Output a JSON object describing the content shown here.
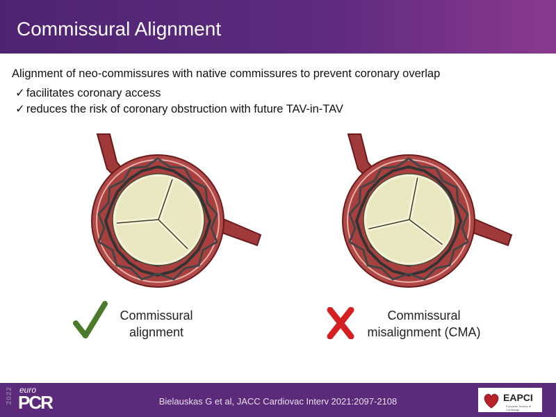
{
  "header": {
    "title": "Commissural Alignment"
  },
  "body": {
    "lead": "Alignment of neo-commissures with native commissures to prevent coronary overlap",
    "bullets": [
      {
        "icon": "checkmark-icon",
        "mark": "✓",
        "text": "facilitates coronary access"
      },
      {
        "icon": "checkmark-icon",
        "mark": "✓",
        "text": "reduces the risk of coronary obstruction with future TAV-in-TAV"
      }
    ]
  },
  "figures": [
    {
      "caption_line1": "Commissural",
      "caption_line2": "alignment",
      "status": "correct",
      "color": "#4a7a2a"
    },
    {
      "caption_line1": "Commissural",
      "caption_line2": "misalignment (CMA)",
      "status": "incorrect",
      "color": "#d42020"
    }
  ],
  "footer": {
    "citation": "Bielauskas G et al, JACC Cardiovac Interv 2021:2097-2108",
    "logo_left": {
      "year": "2022",
      "word1": "euro",
      "word2": "PCR"
    },
    "logo_right": {
      "name": "EAPCI",
      "sub": "European Society of Cardiology"
    }
  }
}
